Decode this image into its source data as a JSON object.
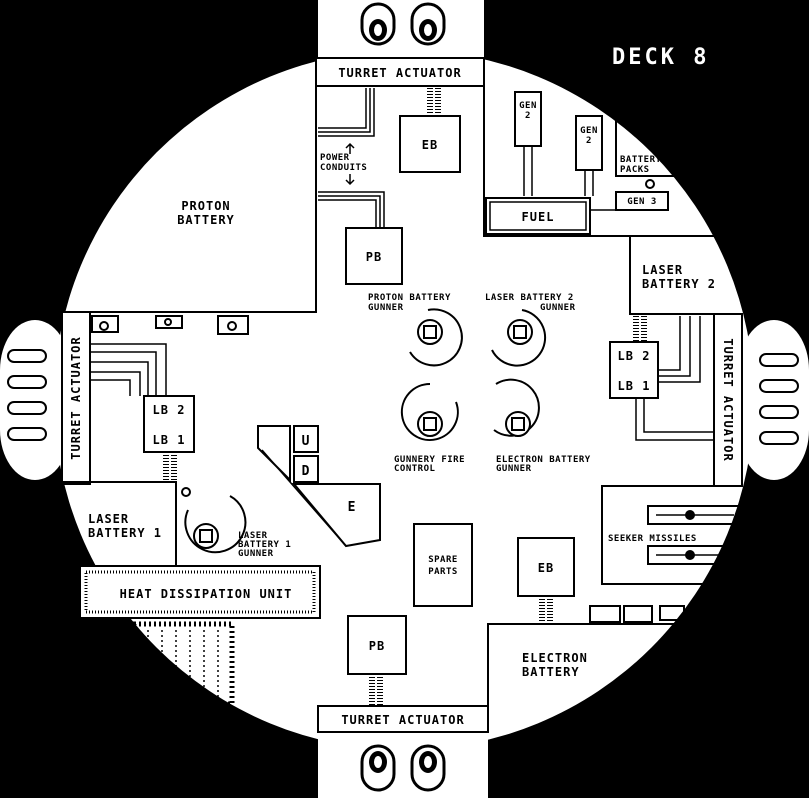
{
  "deck": {
    "title": "DECK 8"
  },
  "rooms": {
    "turret_top": "TURRET ACTUATOR",
    "turret_bottom": "TURRET ACTUATOR",
    "turret_left": "TURRET ACTUATOR",
    "turret_right": "TURRET ACTUATOR",
    "proton_battery": [
      "PROTON",
      "BATTERY"
    ],
    "laser_battery_2": [
      "LASER",
      "BATTERY 2"
    ],
    "laser_battery_1": [
      "LASER",
      "BATTERY 1"
    ],
    "electron_battery": [
      "ELECTRON",
      "BATTERY"
    ],
    "heat_dissipation": "HEAT DISSIPATION UNIT",
    "seeker_missiles": "SEEKER MISSILES",
    "battery_packs": [
      "BATTERY",
      "PACKS"
    ],
    "spare_parts": [
      "SPARE",
      "PARTS"
    ],
    "power_conduits": [
      "POWER",
      "CONDUITS"
    ],
    "fuel": "FUEL",
    "gen_a": [
      "GEN",
      "2"
    ],
    "gen_b": [
      "GEN",
      "2"
    ],
    "gen_c": "GEN 3",
    "eb_top": "EB",
    "eb_bottom": "EB",
    "pb_top": "PB",
    "pb_bottom": "PB",
    "lb_left": [
      "LB 2",
      "LB 1"
    ],
    "lb_right": [
      "LB 2",
      "LB 1"
    ],
    "lift_up": "U",
    "lift_down": "D",
    "elevator": "E"
  },
  "stations": {
    "proton_gunner": [
      "PROTON BATTERY",
      "GUNNER"
    ],
    "laser2_gunner": [
      "LASER BATTERY 2",
      "GUNNER"
    ],
    "fire_control": [
      "GUNNERY FIRE",
      "CONTROL"
    ],
    "electron_gunner": [
      "ELECTRON BATTERY",
      "GUNNER"
    ],
    "laser1_gunner": [
      "LASER",
      "BATTERY 1",
      "GUNNER"
    ]
  }
}
